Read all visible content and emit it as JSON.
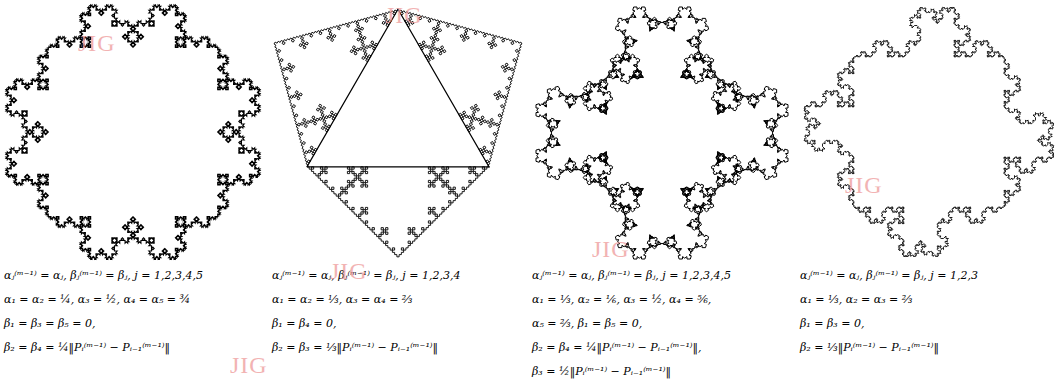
{
  "diagram": {
    "labels": [
      "αⱼ⁽ᵐ⁻¹⁾ = αⱼ, βⱼ⁽ᵐ⁻¹⁾ = βⱼ, j = 1,2,3,4,5",
      "α₁ = α₂ = ¼, α₃ = ½, α₄ = α₅ = ¾",
      "β₁ = β₃ = β₅ = 0,",
      "β₂ = β₄ = ¼‖Pᵢ⁽ᵐ⁻¹⁾ − Pᵢ₋₁⁽ᵐ⁻¹⁾‖",
      "αⱼ⁽ᵐ⁻¹⁾ = αⱼ, βⱼ⁽ᵐ⁻¹⁾ = βⱼ, j = 1,2,3,4",
      "α₁ = α₂ = ⅓, α₃ = α₄ = ⅔",
      "β₁ = β₄ = 0,",
      "β₂ = β₃ = ⅓‖Pᵢ⁽ᵐ⁻¹⁾ − Pᵢ₋₁⁽ᵐ⁻¹⁾‖",
      "αⱼ⁽ᵐ⁻¹⁾ = αⱼ, βⱼ⁽ᵐ⁻¹⁾ = βⱼ, j = 1,2,3,4,5",
      "α₁ = ⅓, α₂ = ⅙, α₃ = ½, α₄ = ⅚,",
      "α₅ = ⅔,    β₁ = β₅ = 0,",
      "β₂ = β₄ = ¼‖Pᵢ⁽ᵐ⁻¹⁾ − Pᵢ₋₁⁽ᵐ⁻¹⁾‖,",
      "β₃ = ½‖Pᵢ⁽ᵐ⁻¹⁾ − Pᵢ₋₁⁽ᵐ⁻¹⁾‖",
      "αⱼ⁽ᵐ⁻¹⁾ = αⱼ, βⱼ⁽ᵐ⁻¹⁾ = βⱼ, j = 1,2,3",
      "α₁ = ⅓, α₂ = α₃ = ⅔",
      "β₁ = β₃ = 0,",
      "β₂ = ⅓‖Pᵢ⁽ᵐ⁻¹⁾ − Pᵢ₋₁⁽ᵐ⁻¹⁾‖",
      "JIG",
      "JIG",
      "JIG",
      "JIG",
      "JIG",
      "JIG"
    ]
  }
}
